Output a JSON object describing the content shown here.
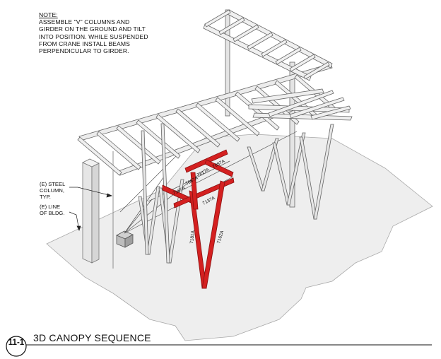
{
  "note": {
    "title": "NOTE:",
    "lines": [
      "ASSEMBLE \"V\" COLUMNS AND",
      "GIRDER ON THE GROUND AND TILT",
      "INTO POSITION. WHILE SUSPENDED",
      "FROM CRANE INSTALL BEAMS",
      "PERPENDICULAR TO GIRDER."
    ]
  },
  "callouts": {
    "steel_column": [
      "(E) STEEL",
      "COLUMN,",
      "TYP."
    ],
    "line_of_bldg": [
      "(E) LINE",
      "OF BLDG."
    ]
  },
  "member_tags": [
    "7087A",
    "7217A",
    "7087A",
    "7165A",
    "7137A",
    "7181A",
    "7162A"
  ],
  "title_block": {
    "number": "11-1",
    "title": "3D CANOPY SEQUENCE"
  },
  "colors": {
    "highlight": "#d42020",
    "steel_fill": "#e8e8e8",
    "steel_edge": "#666666",
    "floor": "#eeeeee"
  }
}
